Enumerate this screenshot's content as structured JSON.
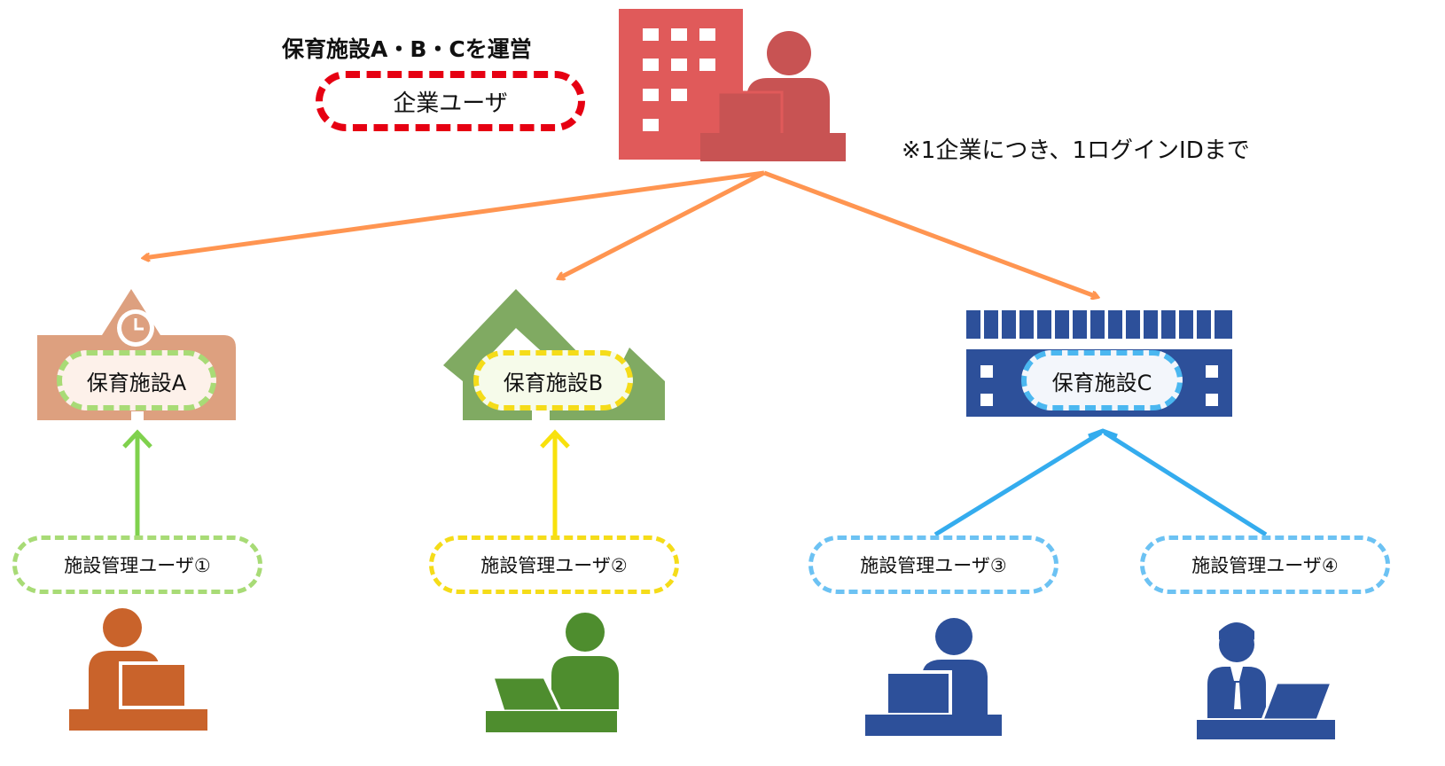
{
  "company": {
    "operates_label": "保育施設A・B・Cを運営",
    "user_label": "企業ユーザ",
    "note": "※1企業につき、1ログインIDまで",
    "color": "#e05a5a"
  },
  "facilities": [
    {
      "label": "保育施設A",
      "color": "#dda07f",
      "border": "#a8db76"
    },
    {
      "label": "保育施設B",
      "color": "#80aa62",
      "border": "#f5dc19"
    },
    {
      "label": "保育施設C",
      "color": "#2d509a",
      "border": "#4bb7f0"
    }
  ],
  "facility_users": [
    {
      "label": "施設管理ユーザ①",
      "border": "#a8db76",
      "color": "#c9632b"
    },
    {
      "label": "施設管理ユーザ②",
      "border": "#f5dc19",
      "color": "#4e8d2e"
    },
    {
      "label": "施設管理ユーザ③",
      "border": "#6cc2f3",
      "color": "#2d509a"
    },
    {
      "label": "施設管理ユーザ④",
      "border": "#6cc2f3",
      "color": "#2d509a"
    }
  ],
  "colors": {
    "company_arrow": "#ff9551",
    "arrow_a": "#7fd14d",
    "arrow_b": "#f8e10c",
    "arrow_c": "#34acee",
    "company_badge_border": "#e60012"
  }
}
